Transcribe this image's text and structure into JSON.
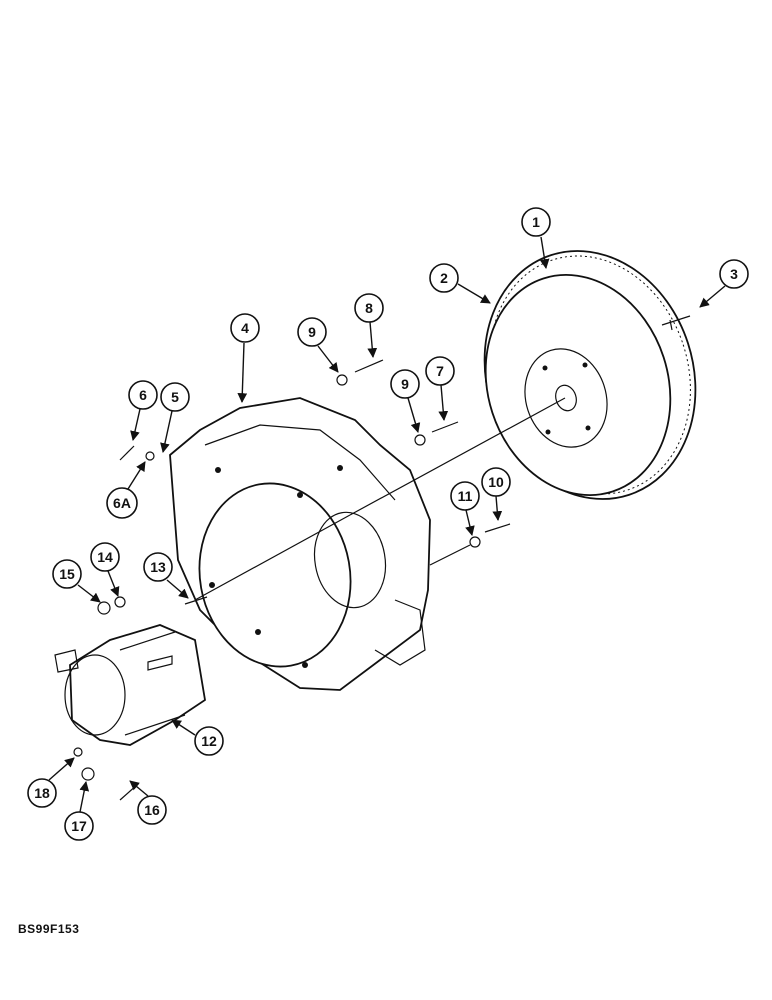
{
  "figure": {
    "code": "BS99F153"
  },
  "callouts": [
    "1",
    "2",
    "3",
    "4",
    "5",
    "6",
    "6A",
    "7",
    "8",
    "9",
    "9",
    "10",
    "11",
    "12",
    "13",
    "14",
    "15",
    "16",
    "17",
    "18"
  ]
}
